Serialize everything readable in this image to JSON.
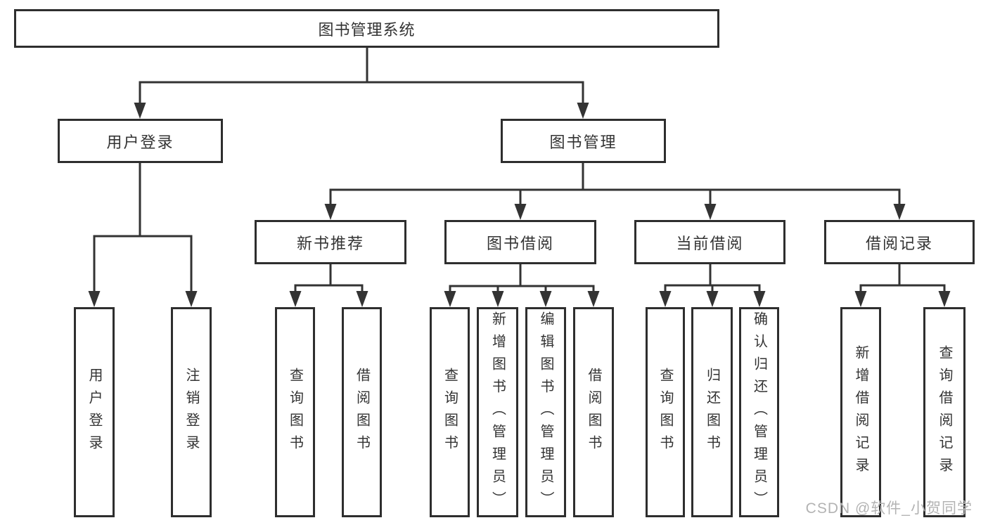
{
  "diagram": {
    "root": {
      "label": "图书管理系统"
    },
    "branches": [
      {
        "label": "用户登录",
        "children": [
          {
            "label": "用户登录"
          },
          {
            "label": "注销登录"
          }
        ]
      },
      {
        "label": "图书管理",
        "children": [
          {
            "label": "新书推荐",
            "children": [
              {
                "label": "查询图书"
              },
              {
                "label": "借阅图书"
              }
            ]
          },
          {
            "label": "图书借阅",
            "children": [
              {
                "label": "查询图书"
              },
              {
                "label": "新增图书（管理员）"
              },
              {
                "label": "编辑图书（管理员）"
              },
              {
                "label": "借阅图书"
              }
            ]
          },
          {
            "label": "当前借阅",
            "children": [
              {
                "label": "查询图书"
              },
              {
                "label": "归还图书"
              },
              {
                "label": "确认归还（管理员）"
              }
            ]
          },
          {
            "label": "借阅记录",
            "children": [
              {
                "label": "新增借阅记录"
              },
              {
                "label": "查询借阅记录"
              }
            ]
          }
        ]
      }
    ]
  },
  "watermark": {
    "text": "CSDN @软件_小贺同学",
    "color": "#b3b3b3"
  },
  "palette": {
    "line": "#333333",
    "box_border": "#2e2e2e",
    "text": "#333333",
    "box_fill": "#ffffff",
    "background": "#ffffff"
  }
}
